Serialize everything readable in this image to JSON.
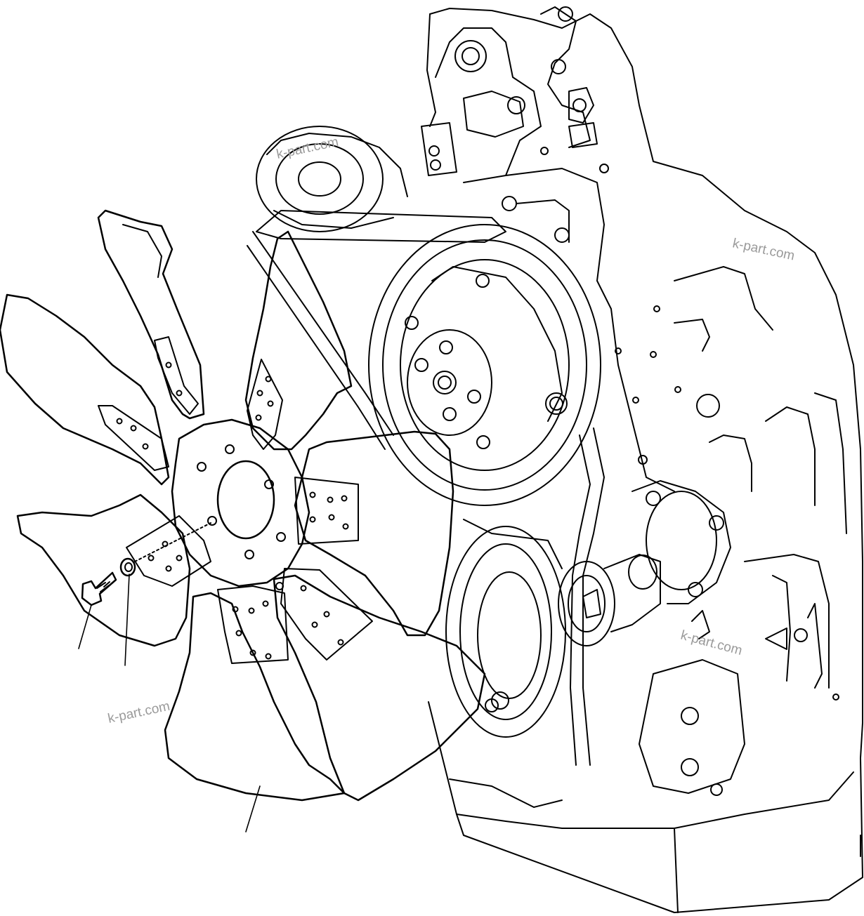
{
  "watermarks": [
    "k-part.com",
    "k-part.com",
    "k-part.com",
    "k-part.com"
  ],
  "parts": {
    "bolt": "bolt-icon",
    "washer": "washer-icon",
    "fan": "fan-icon",
    "engine": "engine-icon"
  }
}
